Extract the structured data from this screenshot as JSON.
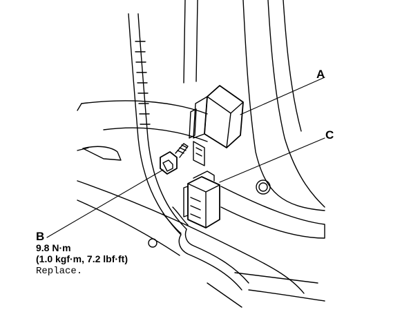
{
  "callouts": {
    "a": "A",
    "b": "B",
    "c": "C"
  },
  "spec": {
    "torque": "9.8 N·m",
    "conversions": "(1.0 kgf·m, 7.2 lbf·ft)",
    "note": "Replace."
  },
  "colors": {
    "ink": "#000000",
    "paper": "#ffffff"
  }
}
